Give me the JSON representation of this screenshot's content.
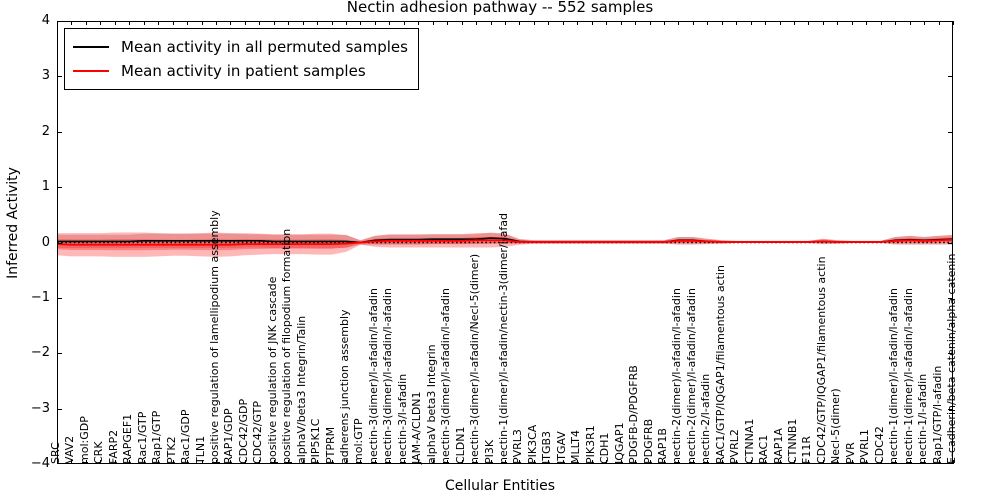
{
  "chart_data": {
    "type": "line",
    "title": "Nectin adhesion pathway -- 552 samples",
    "xlabel": "Cellular Entities",
    "ylabel": "Inferred Activity",
    "ylim": [
      -4,
      4
    ],
    "yticks": [
      4,
      3,
      2,
      1,
      0,
      -1,
      -2,
      -3,
      -4
    ],
    "grid": false,
    "legend_position": "upper left",
    "legend": [
      {
        "label": "Mean activity in all permuted samples",
        "color": "#000000"
      },
      {
        "label": "Mean activity in patient samples",
        "color": "#ff0000"
      }
    ],
    "categories": [
      "SRC",
      "VAV2",
      "mol:GDP",
      "CRK",
      "FARP2",
      "RAPGEF1",
      "Rac1/GTP",
      "Rap1/GTP",
      "PTK2",
      "Rac1/GDP",
      "TLN1",
      "positive regulation of lamellipodium assembly",
      "RAP1/GDP",
      "CDC42/GDP",
      "CDC42/GTP",
      "positive regulation of JNK cascade",
      "positive regulation of filopodium formation",
      "alphaV/beta3 Integrin/Talin",
      "PIP5K1C",
      "PTPRM",
      "adherens junction assembly",
      "mol:GTP",
      "nectin-3(dimer)/l-afadin/l-afadin",
      "nectin-3(dimer)/l-afadin/l-afadin",
      "nectin-3/l-afadin",
      "JAM-A/CLDN1",
      "alphaV beta3 Integrin",
      "nectin-3(dimer)/l-afadin/l-afadin",
      "CLDN1",
      "nectin-3(dimer)/l-afadin/Necl-5(dimer)",
      "PI3K",
      "nectin-1(dimer)/l-afadin/nectin-3(dimer/l-afad",
      "PVRL3",
      "PIK3CA",
      "ITGB3",
      "ITGAV",
      "MLLT4",
      "PIK3R1",
      "CDH1",
      "IQGAP1",
      "PDGFB-D/PDGFRB",
      "PDGFRB",
      "RAP1B",
      "nectin-2(dimer)/l-afadin/l-afadin",
      "nectin-2(dimer)/l-afadin/l-afadin",
      "nectin-2/l-afadin",
      "RAC1/GTP/IQGAP1/filamentous actin",
      "PVRL2",
      "CTNNA1",
      "RAC1",
      "RAP1A",
      "CTNNB1",
      "F11R",
      "CDC42/GTP/IQGAP1/filamentous actin",
      "Necl-5(dimer)",
      "PVR",
      "PVRL1",
      "CDC42",
      "nectin-1(dimer)/l-afadin/l-afadin",
      "nectin-1(dimer)/l-afadin/l-afadin",
      "nectin-1/l-afadin",
      "Rap1/GTP/l-afadin",
      "E-cadherin/beta catenin/alpha catenin"
    ],
    "series": [
      {
        "name": "Mean activity in all permuted samples",
        "color": "#000000",
        "values": [
          0.02,
          0.02,
          0.02,
          0.02,
          0.02,
          0.02,
          0.03,
          0.03,
          0.03,
          0.03,
          0.03,
          0.03,
          0.03,
          0.03,
          0.03,
          0.02,
          0.02,
          0.02,
          0.02,
          0.02,
          0.02,
          0.0,
          0.04,
          0.05,
          0.05,
          0.05,
          0.06,
          0.06,
          0.06,
          0.06,
          0.08,
          0.07,
          0.02,
          0.01,
          0.01,
          0.01,
          0.01,
          0.01,
          0.01,
          0.01,
          0.01,
          0.01,
          0.01,
          0.04,
          0.04,
          0.02,
          0.01,
          0.01,
          0.01,
          0.01,
          0.01,
          0.01,
          0.01,
          0.02,
          0.01,
          0.01,
          0.01,
          0.01,
          0.04,
          0.05,
          0.04,
          0.05,
          0.06
        ],
        "band": [
          0.12,
          0.12,
          0.12,
          0.12,
          0.12,
          0.12,
          0.13,
          0.13,
          0.13,
          0.13,
          0.13,
          0.13,
          0.13,
          0.12,
          0.12,
          0.12,
          0.12,
          0.12,
          0.12,
          0.12,
          0.12,
          0.04,
          0.08,
          0.09,
          0.09,
          0.09,
          0.09,
          0.09,
          0.09,
          0.09,
          0.1,
          0.09,
          0.04,
          0.03,
          0.03,
          0.03,
          0.03,
          0.03,
          0.03,
          0.03,
          0.03,
          0.03,
          0.03,
          0.06,
          0.06,
          0.04,
          0.03,
          0.02,
          0.02,
          0.02,
          0.02,
          0.02,
          0.02,
          0.04,
          0.03,
          0.02,
          0.02,
          0.02,
          0.06,
          0.07,
          0.06,
          0.07,
          0.07
        ]
      },
      {
        "name": "Mean activity in patient samples",
        "color": "#ff0000",
        "values": [
          -0.03,
          -0.04,
          -0.04,
          -0.04,
          -0.04,
          -0.04,
          -0.04,
          -0.04,
          -0.04,
          -0.04,
          -0.04,
          -0.04,
          -0.04,
          -0.03,
          -0.03,
          -0.03,
          -0.03,
          -0.03,
          -0.03,
          -0.03,
          -0.02,
          0.0,
          0.02,
          0.03,
          0.03,
          0.03,
          0.03,
          0.03,
          0.03,
          0.04,
          0.04,
          0.04,
          0.01,
          0.01,
          0.01,
          0.01,
          0.01,
          0.01,
          0.01,
          0.01,
          0.01,
          0.01,
          0.01,
          0.03,
          0.03,
          0.02,
          0.01,
          0.01,
          0.01,
          0.01,
          0.01,
          0.01,
          0.01,
          0.02,
          0.01,
          0.01,
          0.01,
          0.01,
          0.03,
          0.04,
          0.03,
          0.04,
          0.05
        ],
        "band": [
          0.2,
          0.21,
          0.21,
          0.21,
          0.22,
          0.22,
          0.22,
          0.21,
          0.2,
          0.2,
          0.21,
          0.22,
          0.21,
          0.2,
          0.19,
          0.18,
          0.18,
          0.18,
          0.19,
          0.19,
          0.15,
          0.04,
          0.1,
          0.12,
          0.12,
          0.12,
          0.12,
          0.12,
          0.12,
          0.13,
          0.13,
          0.12,
          0.05,
          0.03,
          0.03,
          0.03,
          0.03,
          0.03,
          0.03,
          0.03,
          0.03,
          0.03,
          0.03,
          0.07,
          0.07,
          0.05,
          0.03,
          0.02,
          0.02,
          0.02,
          0.02,
          0.02,
          0.02,
          0.05,
          0.03,
          0.02,
          0.02,
          0.02,
          0.07,
          0.08,
          0.07,
          0.08,
          0.09
        ]
      }
    ],
    "zero_line": {
      "value": 0,
      "style": "dotted",
      "color": "#000000"
    }
  }
}
